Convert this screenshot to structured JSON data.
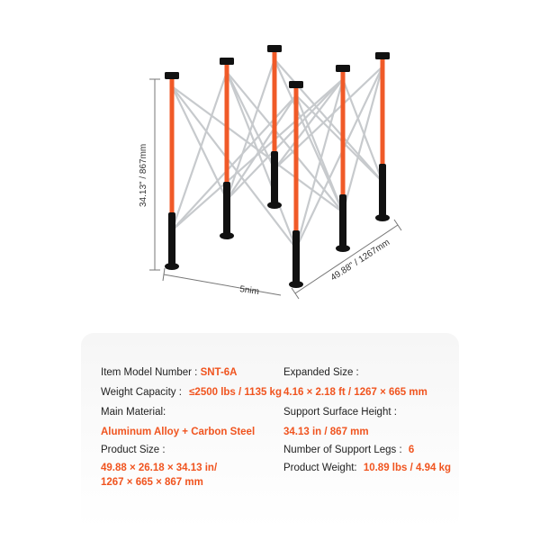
{
  "colors": {
    "accent": "#f0541f",
    "leg": "#f05a28",
    "frame": "#c7cacd",
    "foot": "#111111"
  },
  "dimensions": {
    "height": "34.13\" / 867mm",
    "length": "49.88\" / 1267mm",
    "width": "5nim"
  },
  "specs": {
    "model_label": "Item Model Number :",
    "model_value": "SNT-6A",
    "capacity_label": "Weight Capacity :",
    "capacity_value": "≤2500 lbs / 1135 kg",
    "material_label": "Main Material:",
    "material_value": "Aluminum Alloy + Carbon Steel",
    "size_label": "Product Size :",
    "size_value_1": "49.88 × 26.18 × 34.13 in/",
    "size_value_2": "1267 × 665 × 867 mm",
    "expanded_label": "Expanded Size :",
    "expanded_value": "4.16 × 2.18 ft / 1267 × 665 mm",
    "surface_label": "Support Surface Height :",
    "surface_value": "34.13 in / 867 mm",
    "legs_label": "Number of Support Legs :",
    "legs_value": "6",
    "weight_label": "Product Weight:",
    "weight_value": "10.89 lbs / 4.94 kg"
  }
}
